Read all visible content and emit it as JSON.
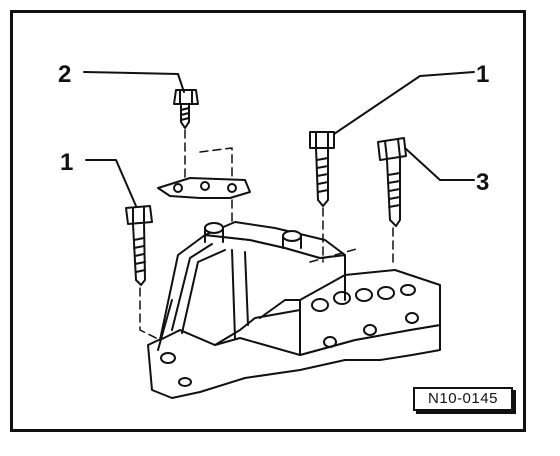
{
  "callouts": {
    "top_left": "2",
    "top_right": "1",
    "mid_left": "1",
    "mid_right": "3"
  },
  "reference_code": "N10-0145",
  "parts": {
    "bolt_2": "bolt",
    "bracket": "bracket",
    "bolt_1_left": "bolt",
    "bolt_1_right": "bolt",
    "bolt_3": "bolt",
    "mount": "engine-mount"
  },
  "colors": {
    "line": "#111111",
    "background": "#ffffff"
  }
}
